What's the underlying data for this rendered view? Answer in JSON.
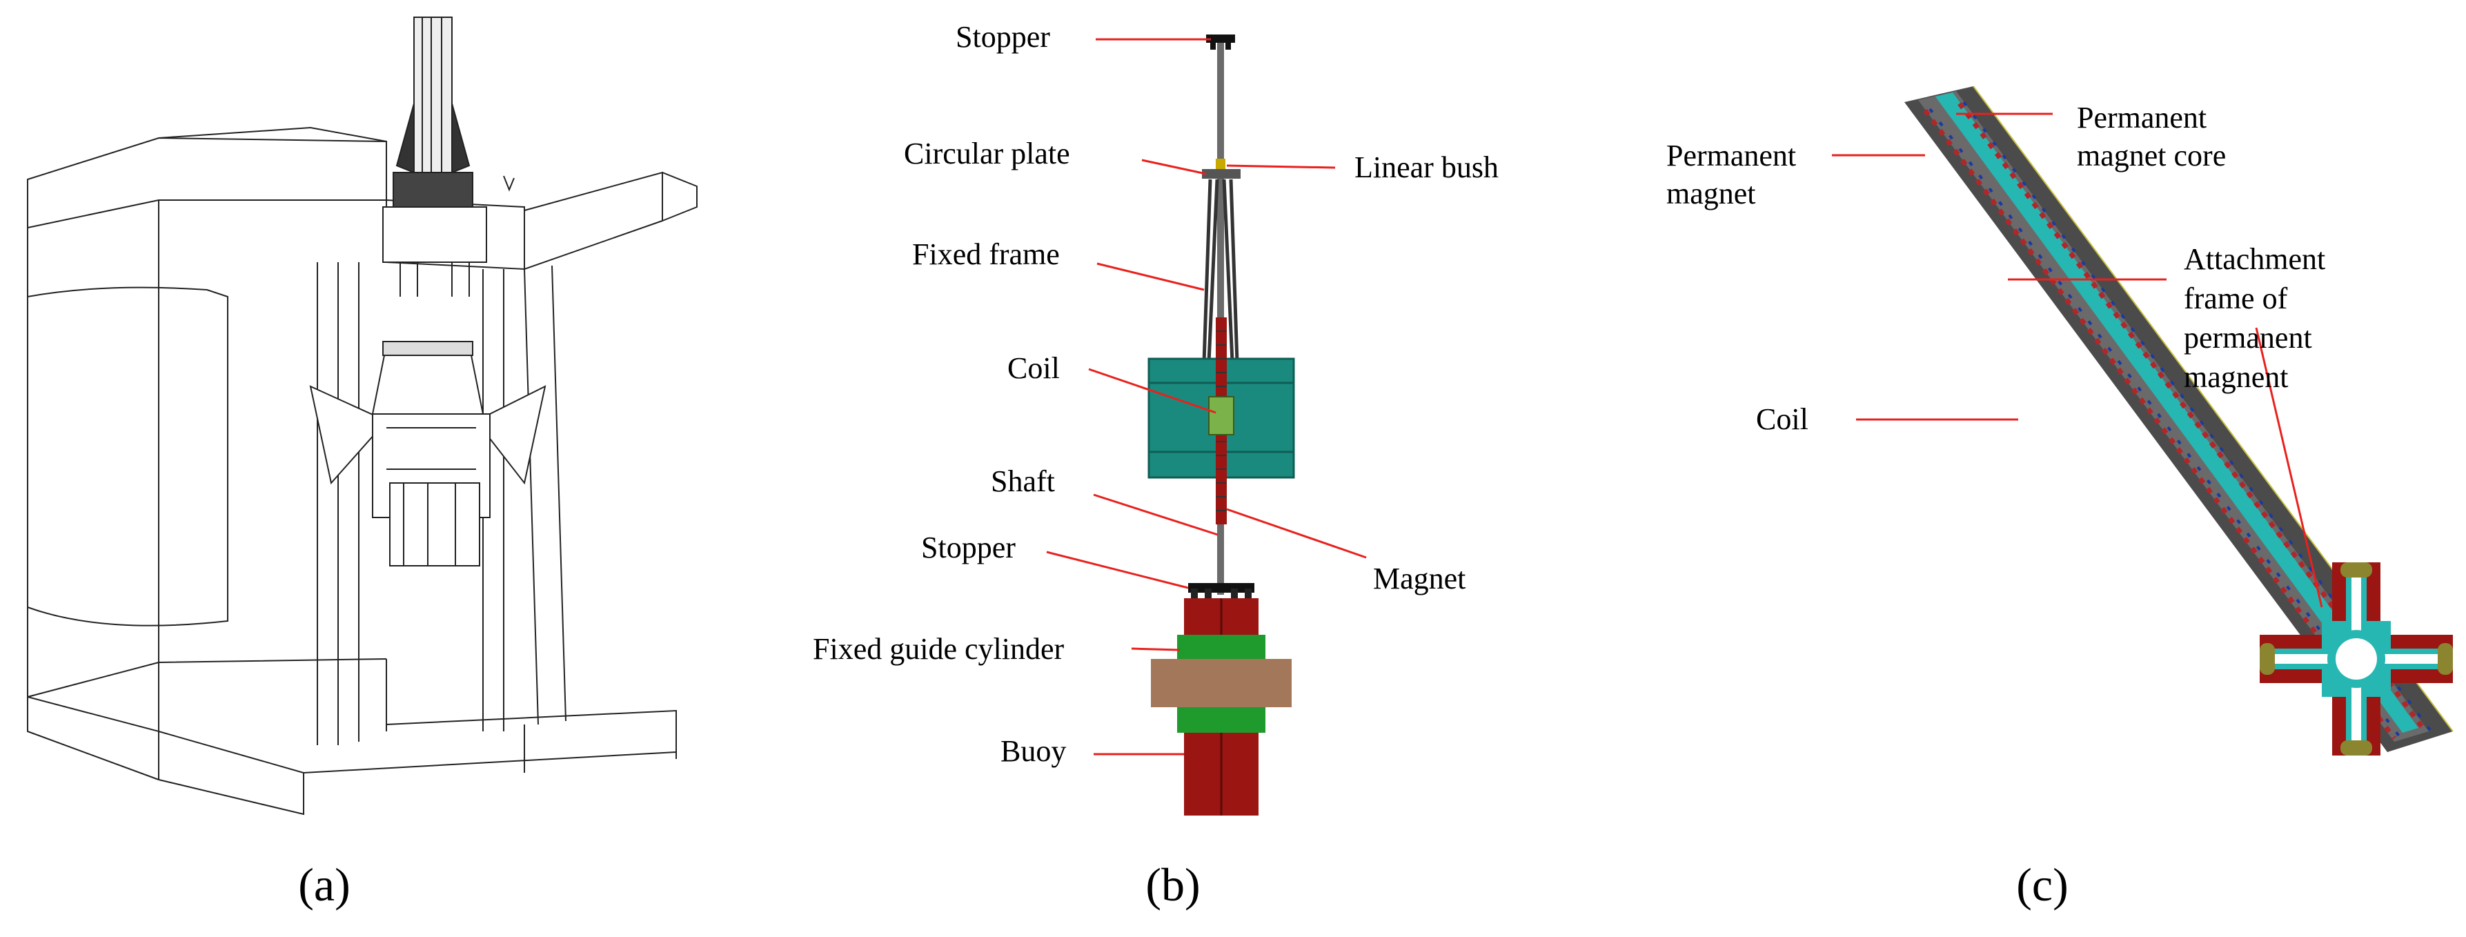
{
  "panels": [
    {
      "id": "a",
      "caption": "(a)"
    },
    {
      "id": "b",
      "caption": "(b)",
      "labels": {
        "stopper_top": "Stopper",
        "circular_plate": "Circular plate",
        "linear_bush": "Linear bush",
        "fixed_frame": "Fixed frame",
        "coil": "Coil",
        "shaft": "Shaft",
        "magnet": "Magnet",
        "stopper_bottom": "Stopper",
        "fixed_guide_cylinder": "Fixed guide cylinder",
        "buoy": "Buoy"
      }
    },
    {
      "id": "c",
      "caption": "(c)",
      "labels": {
        "permanent_magnet_core_1": "Permanent",
        "permanent_magnet_core_2": "magnet core",
        "permanent_magnet_1": "Permanent",
        "permanent_magnet_2": "magnet",
        "attachment_1": "Attachment",
        "attachment_2": "frame of",
        "attachment_3": "permanent",
        "attachment_4": "magnent",
        "coil": "Coil"
      }
    }
  ],
  "colors": {
    "leader_line": "#e8211d",
    "teal": "#1a8a7e",
    "dark_red": "#9b1512",
    "green": "#1f9a2c",
    "brown": "#a3775a",
    "steel_dark": "#4b4b4b",
    "cyan_core": "#27b7b3",
    "olive": "#8b8530"
  }
}
